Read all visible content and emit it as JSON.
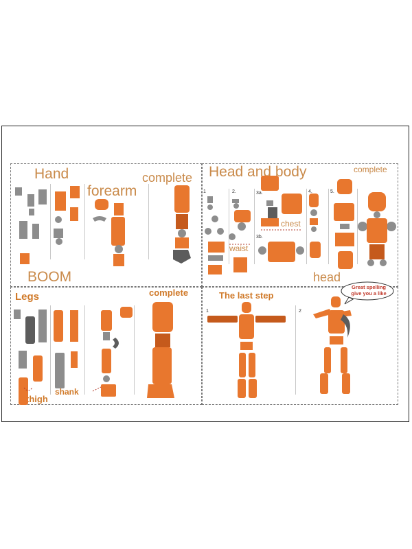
{
  "labels": {
    "hand": "Hand",
    "forearm": "forearm",
    "complete_arm": "complete",
    "boom": "BOOM",
    "head_and_body": "Head and body",
    "complete_body": "complete",
    "chest": "chest",
    "waist": "waist",
    "head": "head",
    "legs": "Legs",
    "complete_leg": "complete",
    "thigh": "thigh",
    "shank": "shank",
    "last_step": "The last step"
  },
  "steps": {
    "body": [
      "1",
      "2.",
      "3a.",
      "3b.",
      "4.",
      "5."
    ],
    "last": [
      "1",
      "2"
    ]
  },
  "speech_bubble": "Great spelling give you a like",
  "colors": {
    "part_orange": "#e8772e",
    "part_gray": "#8d8d8d",
    "label_tan": "#c98a4a",
    "bubble_text": "#c0392b"
  }
}
